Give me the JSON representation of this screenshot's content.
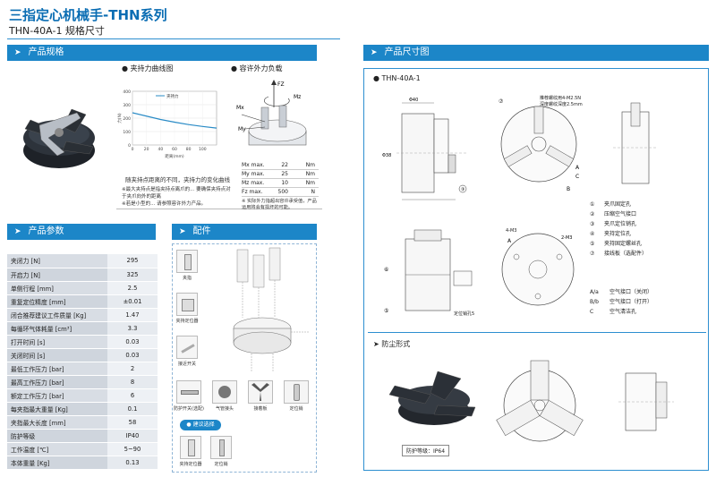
{
  "header": {
    "title": "三指定心机械手-THN系列",
    "subtitle": "THN-40A-1  规格尺寸"
  },
  "sections": {
    "spec": "产品规格",
    "params": "产品参数",
    "accessories": "配件",
    "dimensions": "产品尺寸图"
  },
  "spec": {
    "force_chart_label": "夹持力曲线图",
    "moment_label": "容许外力负载",
    "force_note": "随夹持点距离的不同，夹持力的变化曲线",
    "notes": [
      "※最大夹持点是指夹持点离爪的... 要确保夹持点对于夹爪向外的距离",
      "※若是小型的... 请参照容许外力产品。"
    ],
    "moment_note": "※ 实际外力指超出容许承受值，产品运用将会有损坏的可能。",
    "chart_legend": "夹持力",
    "moments": [
      {
        "name": "Mx max.",
        "value": "22",
        "unit": "Nm"
      },
      {
        "name": "My max.",
        "value": "25",
        "unit": "Nm"
      },
      {
        "name": "Mz max.",
        "value": "10",
        "unit": "Nm"
      },
      {
        "name": "Fz max.",
        "value": "500",
        "unit": "N"
      }
    ],
    "axis_labels": {
      "fz": "FZ",
      "mz": "Mz",
      "mx": "Mx",
      "my": "My"
    }
  },
  "params": [
    {
      "k": "夹闭力 [N]",
      "v": "295"
    },
    {
      "k": "开启力 [N]",
      "v": "325"
    },
    {
      "k": "单侧行程 [mm]",
      "v": "2.5"
    },
    {
      "k": "重复定位精度 [mm]",
      "v": "±0.01"
    },
    {
      "k": "闭合推荐建议工件质量 [Kg]",
      "v": "1.47"
    },
    {
      "k": "每循环气体耗量 [cm³]",
      "v": "3.3"
    },
    {
      "k": "打开时间 [s]",
      "v": "0.03"
    },
    {
      "k": "关闭时间 [s]",
      "v": "0.03"
    },
    {
      "k": "最低工作压力 [bar]",
      "v": "2"
    },
    {
      "k": "最高工作压力 [bar]",
      "v": "8"
    },
    {
      "k": "额定工作压力 [bar]",
      "v": "6"
    },
    {
      "k": "每夹指最大重量 [Kg]",
      "v": "0.1"
    },
    {
      "k": "夹指最大长度 [mm]",
      "v": "58"
    },
    {
      "k": "防护等级",
      "v": "IP40"
    },
    {
      "k": "工作温度 [℃]",
      "v": "5~90"
    },
    {
      "k": "本体重量 [Kg]",
      "v": "0.13"
    }
  ],
  "accessories": {
    "items": [
      "夹指",
      "夹持定位器",
      "接近开关",
      "防护开关(选配)",
      "气管接头",
      "接着板",
      "定位销"
    ],
    "tip_label": "建议选择",
    "tip_items": [
      "夹持定位器",
      "定位销"
    ]
  },
  "dimensions": {
    "model": "THN-40A-1",
    "legend": [
      {
        "n": "①",
        "t": "夹爪固定孔"
      },
      {
        "n": "②",
        "t": "压缩空气接口"
      },
      {
        "n": "③",
        "t": "夹爪定位销孔"
      },
      {
        "n": "④",
        "t": "夹持定位孔"
      },
      {
        "n": "⑤",
        "t": "夹持固定螺丝孔"
      },
      {
        "n": "⑦",
        "t": "接线板（选配件）"
      }
    ],
    "ports": [
      {
        "n": "A/a",
        "t": "空气接口（关闭）"
      },
      {
        "n": "B/b",
        "t": "空气接口（打开）"
      },
      {
        "n": "C",
        "t": "空气清洁孔"
      }
    ],
    "dust_title": "防尘形式",
    "ip_label": "防护等级：IP64",
    "notes": {
      "m_screw": "推荐螺纹用4-M2.5N",
      "depth": "深度螺纹深度2.5mm",
      "thread": "4-M3",
      "locate": "定位销孔5"
    }
  },
  "chart_data": {
    "type": "line",
    "series": [
      {
        "name": "夹持力",
        "x": [
          0,
          20,
          40,
          60,
          80,
          100,
          120
        ],
        "values": [
          240,
          215,
          190,
          170,
          152,
          138,
          126
        ]
      }
    ],
    "xlim": [
      0,
      120
    ],
    "ylim": [
      0,
      400
    ],
    "xticks": [
      "0",
      "20",
      "40",
      "60",
      "80",
      "100"
    ],
    "yticks": [
      "0",
      "100",
      "200",
      "300",
      "400"
    ],
    "xlabel": "距离(mm)",
    "ylabel": "力(N)",
    "grid": true,
    "legend": "top"
  }
}
